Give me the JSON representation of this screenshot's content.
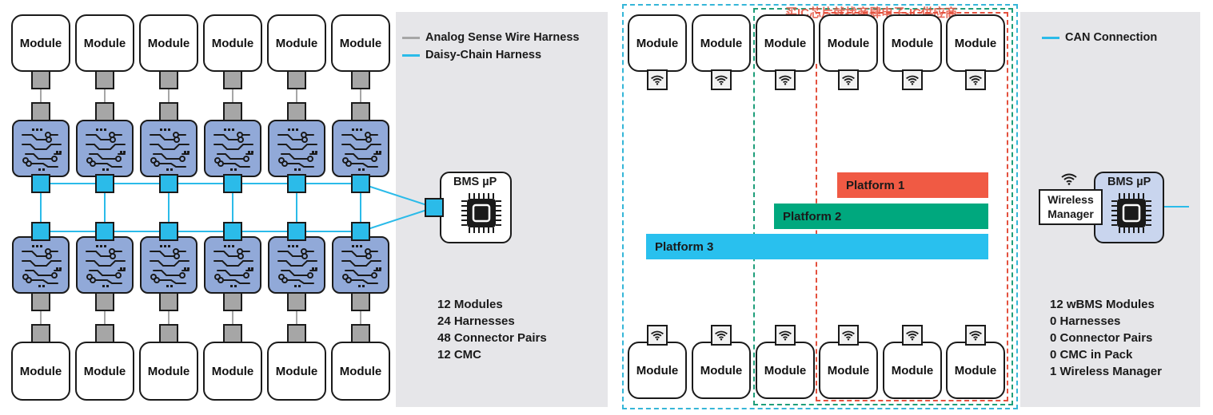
{
  "colors": {
    "panel_gray": "#e6e6e9",
    "cmc_blue": "#91a9d8",
    "daisy_blue": "#2bbbe9",
    "sense_gray": "#a6a6a6",
    "platform1": "#f05a44",
    "platform2": "#00a87e",
    "platform3": "#29c0ee",
    "dashed_cyan": "#35b6d8",
    "dashed_green": "#1e9e7a",
    "dashed_red": "#e4513e"
  },
  "left": {
    "module_label": "Module",
    "legend": {
      "analog": "Analog Sense Wire Harness",
      "daisy": "Daisy-Chain Harness"
    },
    "bms_label": "BMS µP",
    "stats": [
      "12 Modules",
      "24 Harnesses",
      "48 Connector Pairs",
      "12 CMC"
    ]
  },
  "right": {
    "module_label": "Module",
    "watermark": "买IC芯片就找商肆电子-IC供应商",
    "legend": {
      "can": "CAN Connection"
    },
    "platforms": [
      "Platform 1",
      "Platform 2",
      "Platform 3"
    ],
    "wireless_manager": "Wireless Manager",
    "bms_label": "BMS µP",
    "stats": [
      "12 wBMS Modules",
      "0 Harnesses",
      "0 Connector Pairs",
      "0 CMC in Pack",
      "1 Wireless Manager"
    ]
  },
  "icons": [
    "circuit-icon",
    "chip-icon",
    "wifi-icon"
  ]
}
